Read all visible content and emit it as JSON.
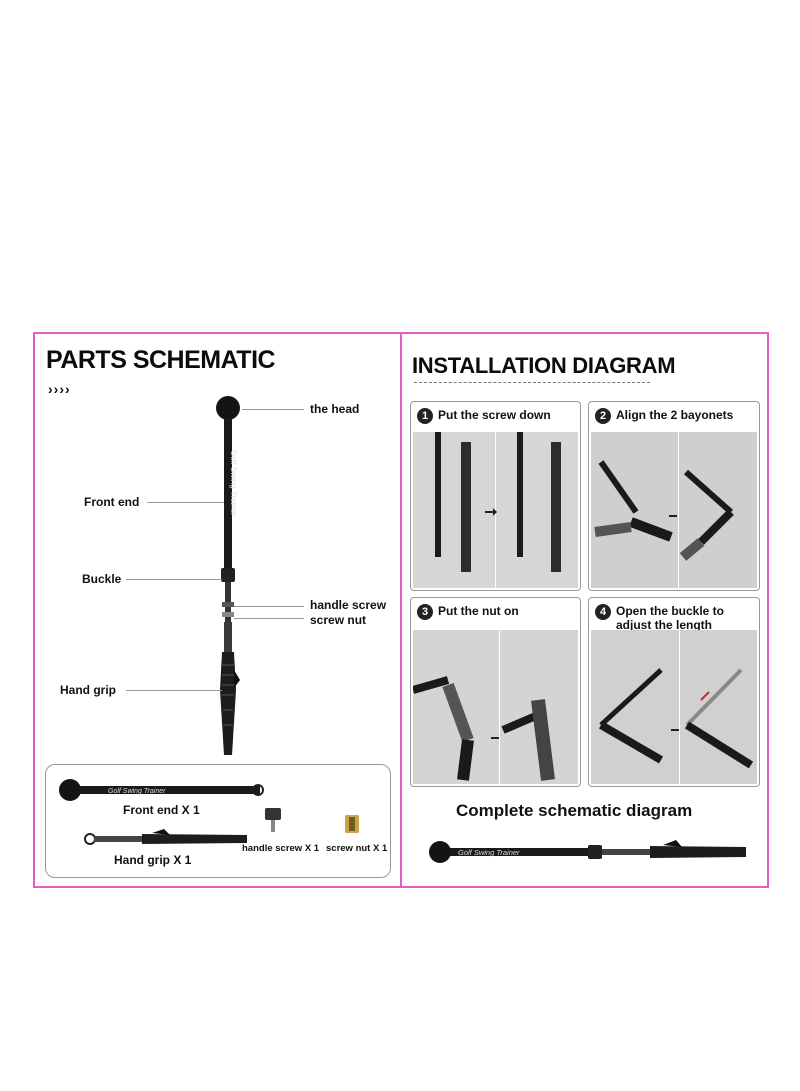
{
  "left": {
    "title": "PARTS SCHEMATIC",
    "arrows": "››››",
    "labels": {
      "head": "the head",
      "front_end": "Front end",
      "buckle": "Buckle",
      "handle_screw": "handle screw",
      "screw_nut": "screw nut",
      "hand_grip": "Hand grip"
    },
    "shaft_text": "Golf Swing Trainer",
    "parts": {
      "front_end": "Front end X 1",
      "hand_grip": "Hand grip X 1",
      "handle_screw": "handle screw X 1",
      "screw_nut": "screw nut X 1"
    }
  },
  "right": {
    "title": "INSTALLATION DIAGRAM",
    "steps": [
      {
        "num": "1",
        "title": "Put the screw down"
      },
      {
        "num": "2",
        "title": "Align the 2 bayonets"
      },
      {
        "num": "3",
        "title": "Put the nut on"
      },
      {
        "num": "4",
        "title": "Open the buckle to adjust the length"
      }
    ],
    "complete": "Complete schematic diagram"
  },
  "colors": {
    "border": "#e05fc4",
    "rod": "#141414",
    "photo_bg": "#d9d9d9"
  }
}
